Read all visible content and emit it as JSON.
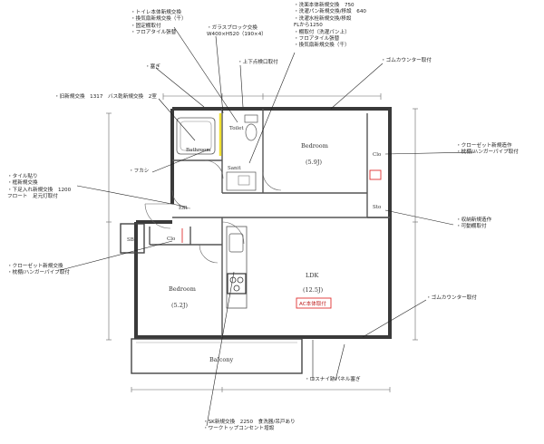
{
  "notes": {
    "toilet": [
      "・トイレ本体新規交換",
      "・換気扇新規交換（千）",
      "・固定棚取付",
      "・フロアタイル張替"
    ],
    "glassblock": [
      "・ガラスブロック交換",
      "W400×H520（190×4）"
    ],
    "washroom": [
      "・洗面本体新規交換　750",
      "・洗濯パン新規交換/移設　640",
      "・洗濯水栓新規交換/移設",
      "FLから1250",
      "・棚取付（洗濯パン上）",
      "・フロアタイル張替",
      "・換気扇新規交換（千）"
    ],
    "door_close": "・塞ぎ",
    "inspection": "・上下点検口取付",
    "gom_top": "・ゴムカウンター取付",
    "bath": "・旧新規交換　1317　バス乾新規交換　2室",
    "fukashi": "・フカシ",
    "entry": [
      "・タイル貼り",
      "・框新規交換",
      "・下足入れ新規交換　1200",
      "フロート　足元灯取付"
    ],
    "closet_right": [
      "・クローゼット新規造作",
      "・枕棚/ハンガーパイプ取付"
    ],
    "storage_right": [
      "・収納新規造作",
      "・可動棚取付"
    ],
    "closet_left": [
      "・クローゼット新規交換",
      "・枕棚/ハンガーパイプ取付"
    ],
    "gom_right": "・ゴムカウンター取付",
    "rossnai": "・ロスナイ跡パネル塞ぎ",
    "kitchen": [
      "・SK新規交換　2250　食洗器/吊戸あり",
      "・ワークトップコンセント增設"
    ]
  },
  "rooms": {
    "toilet": "Toilet",
    "bathroom": "Bathroom",
    "sanitary": "Sanit",
    "bedroom_top": "Bedroom",
    "bedroom_top_size": "(5.9J)",
    "closet_top": "Clo",
    "storage_top": "Sto",
    "entry": "Ent",
    "closet_left": "Clo",
    "storage_small": "SB",
    "ldk": "LDK",
    "ldk_size": "(12.5J)",
    "ac_label": "AC本体取付",
    "bedroom_bottom": "Bedroom",
    "bedroom_bottom_size": "(5.2J)",
    "balcony": "Balcony"
  }
}
